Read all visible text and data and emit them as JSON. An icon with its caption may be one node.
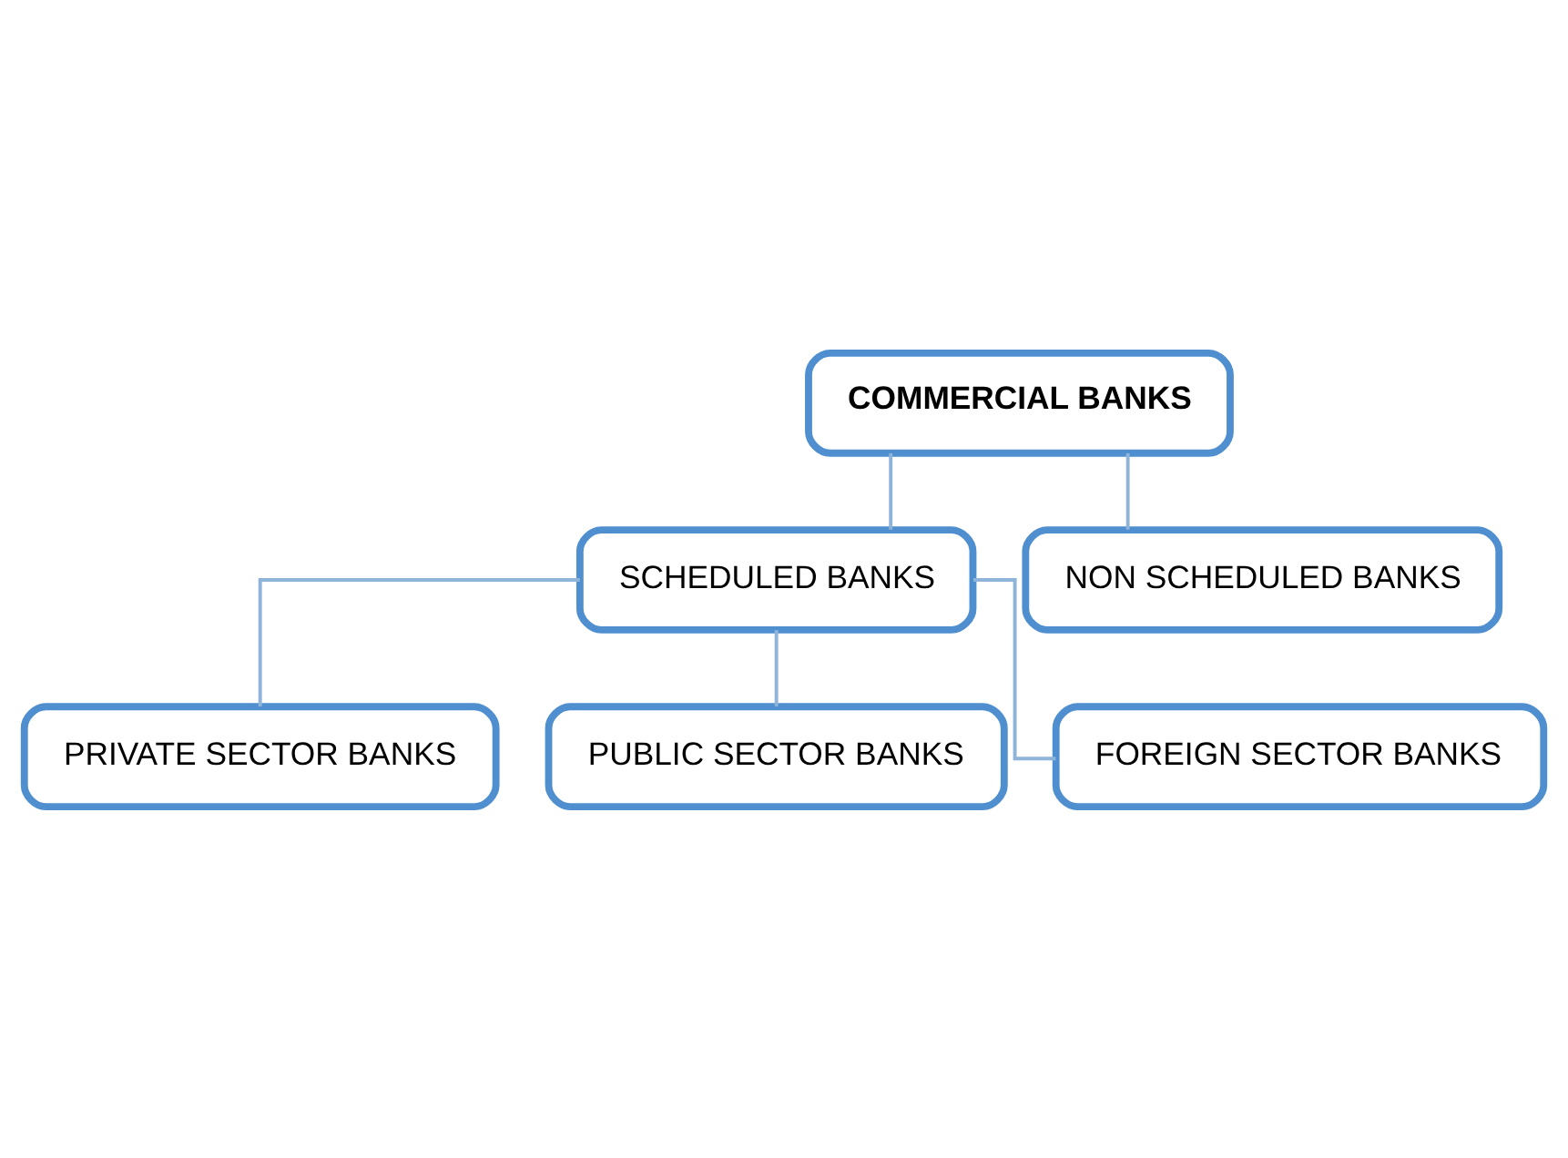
{
  "diagram": {
    "nodes": [
      {
        "text": [
          "COMMERCIAL BANKS"
        ]
      },
      {
        "text": [
          "SCHEDULED BANKS"
        ]
      },
      {
        "text": [
          "NON SCHEDULED BANKS"
        ]
      },
      {
        "text": [
          "PRIVATE SECTOR BANKS"
        ]
      },
      {
        "text": [
          "PUBLIC SECTOR BANKS"
        ]
      },
      {
        "text": [
          "FOREIGN SECTOR BANKS"
        ]
      }
    ],
    "edges": [
      {
        "from": 0,
        "to": 1,
        "arrow": "none"
      },
      {
        "from": 0,
        "to": 2,
        "arrow": "none"
      },
      {
        "from": 1,
        "to": 3,
        "arrow": "none"
      },
      {
        "from": 1,
        "to": 4,
        "arrow": "none"
      },
      {
        "from": 1,
        "to": 5,
        "arrow": "none"
      }
    ]
  }
}
